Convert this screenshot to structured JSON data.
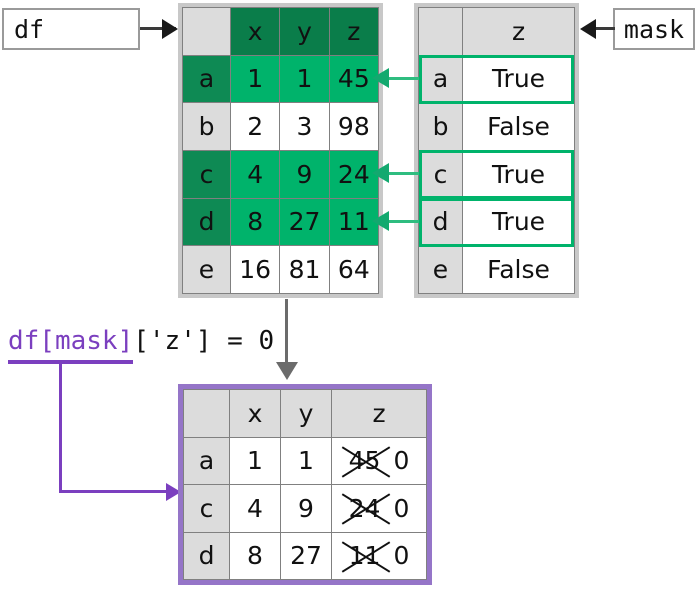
{
  "labels": {
    "df": "df",
    "mask": "mask"
  },
  "code": {
    "highlighted": "df[mask]",
    "rest": "['z'] = 0",
    "full": "df[mask]['z'] = 0"
  },
  "df_table": {
    "corner": "",
    "columns": [
      "x",
      "y",
      "z"
    ],
    "index": [
      "a",
      "b",
      "c",
      "d",
      "e"
    ],
    "rows": [
      {
        "index": "a",
        "x": "1",
        "y": "1",
        "z": "45",
        "selected": true
      },
      {
        "index": "b",
        "x": "2",
        "y": "3",
        "z": "98",
        "selected": false
      },
      {
        "index": "c",
        "x": "4",
        "y": "9",
        "z": "24",
        "selected": true
      },
      {
        "index": "d",
        "x": "8",
        "y": "27",
        "z": "11",
        "selected": true
      },
      {
        "index": "e",
        "x": "16",
        "y": "81",
        "z": "64",
        "selected": false
      }
    ]
  },
  "mask_table": {
    "corner": "",
    "columns": [
      "z"
    ],
    "rows": [
      {
        "index": "a",
        "value": "True",
        "selected": true
      },
      {
        "index": "b",
        "value": "False",
        "selected": false
      },
      {
        "index": "c",
        "value": "True",
        "selected": true
      },
      {
        "index": "d",
        "value": "True",
        "selected": true
      },
      {
        "index": "e",
        "value": "False",
        "selected": false
      }
    ]
  },
  "result_table": {
    "corner": "",
    "columns": [
      "x",
      "y",
      "z"
    ],
    "rows": [
      {
        "index": "a",
        "x": "1",
        "y": "1",
        "z_old": "45",
        "z_new": "0"
      },
      {
        "index": "c",
        "x": "4",
        "y": "9",
        "z_old": "24",
        "z_new": "0"
      },
      {
        "index": "d",
        "x": "8",
        "y": "27",
        "z_old": "11",
        "z_new": "0"
      }
    ]
  },
  "colors": {
    "header_green": "#0a7d4a",
    "index_green": "#0e8a54",
    "value_green": "#00b36b",
    "true_green": "#12a05e",
    "false_red": "#e02020",
    "purple": "#7b3fbf",
    "frame_gray": "#c8c8c8",
    "purple_frame": "#9575c8",
    "cell_gray": "#dcdcdc"
  }
}
